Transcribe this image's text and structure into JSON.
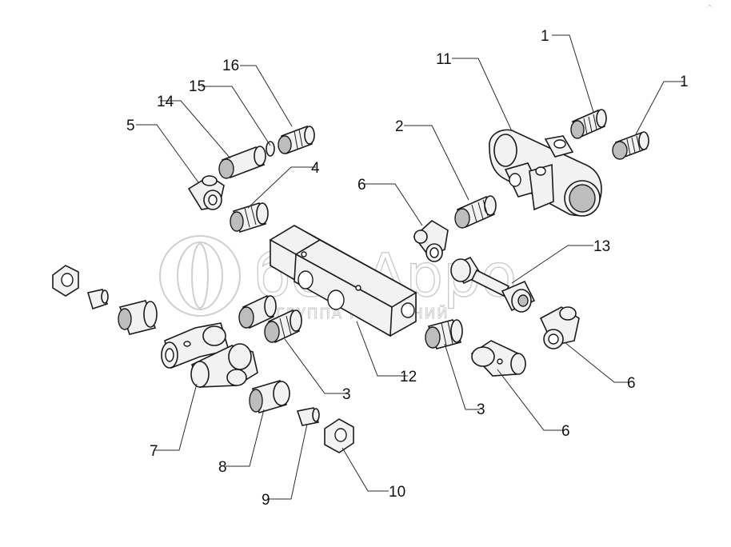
{
  "watermark": {
    "brand": "белАрро",
    "tagline": "ГРУППА КОМПАНИЙ"
  },
  "corner_mark": "·^·",
  "callouts": {
    "c1a": "1",
    "c1b": "1",
    "c2": "2",
    "c3a": "3",
    "c3b": "3",
    "c4": "4",
    "c5": "5",
    "c6a": "6",
    "c6b": "6",
    "c6c": "6",
    "c7": "7",
    "c8": "8",
    "c9": "9",
    "c10": "10",
    "c11": "11",
    "c12": "12",
    "c13": "13",
    "c14": "14",
    "c15": "15",
    "c16": "16"
  }
}
